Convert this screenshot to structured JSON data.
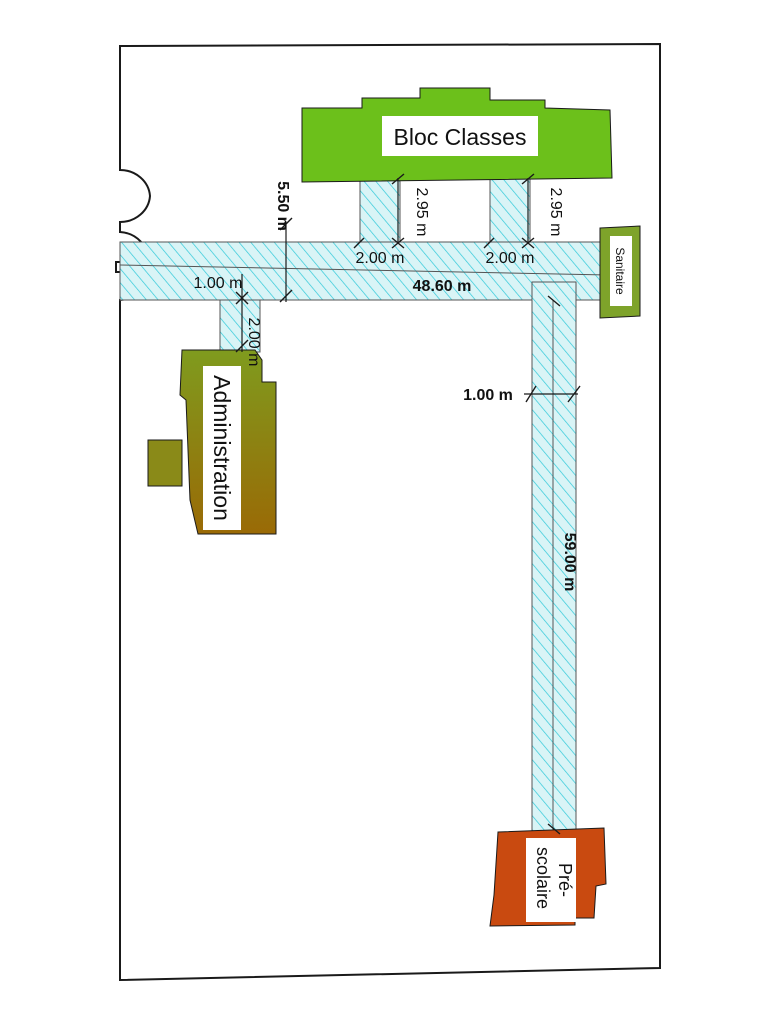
{
  "colors": {
    "path_fill": "#d9f4f6",
    "hatch": "#2ec9d9",
    "bloc_classes": "#6cc01b",
    "sanitaire": "#7ea32a",
    "admin_top": "#7f9b1e",
    "admin_bottom": "#9a6a06",
    "prescolaire": "#c94a10",
    "outline": "#1a1a1a"
  },
  "buildings": {
    "bloc_classes": "Bloc Classes",
    "sanitaire": "Sanitaire",
    "administration": "Administration",
    "prescolaire_line1": "Pré-",
    "prescolaire_line2": "scolaire"
  },
  "dimensions": {
    "main_width": "5.50 m",
    "main_length": "48.60 m",
    "left_path_width": "1.00 m",
    "admin_path_length": "2.00 m",
    "classes_path1_length": "2.95 m",
    "classes_path2_length": "2.95 m",
    "classes_path1_width": "2.00 m",
    "classes_path2_width": "2.00 m",
    "vertical_path_width": "1.00 m",
    "vertical_path_length": "59.00 m"
  }
}
